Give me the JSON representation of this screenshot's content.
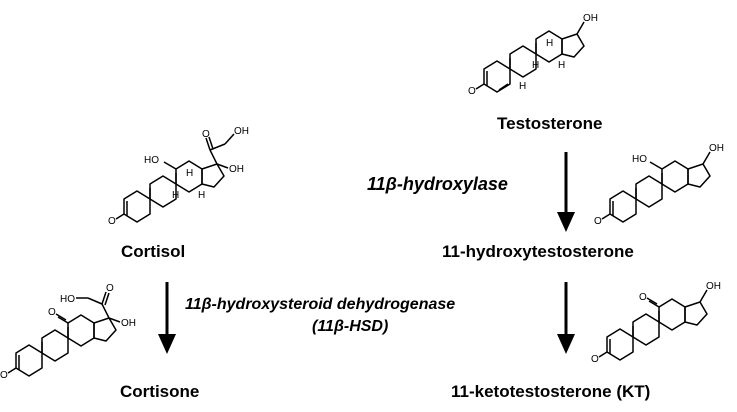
{
  "compounds": {
    "testosterone": "Testosterone",
    "hydroxytestosterone": "11-hydroxytestosterone",
    "ketotestosterone": "11-ketotestosterone (KT)",
    "cortisol": "Cortisol",
    "cortisone": "Cortisone"
  },
  "enzymes": {
    "hydroxylase": "11β-hydroxylase",
    "hsd_name": "11β-hydroxysteroid dehydrogenase",
    "hsd_abbrev": "(11β-HSD)"
  },
  "atoms": {
    "oxygen": "O",
    "hydroxyl": "OH",
    "hydroxyl_left": "HO",
    "hydrogen": "H"
  }
}
